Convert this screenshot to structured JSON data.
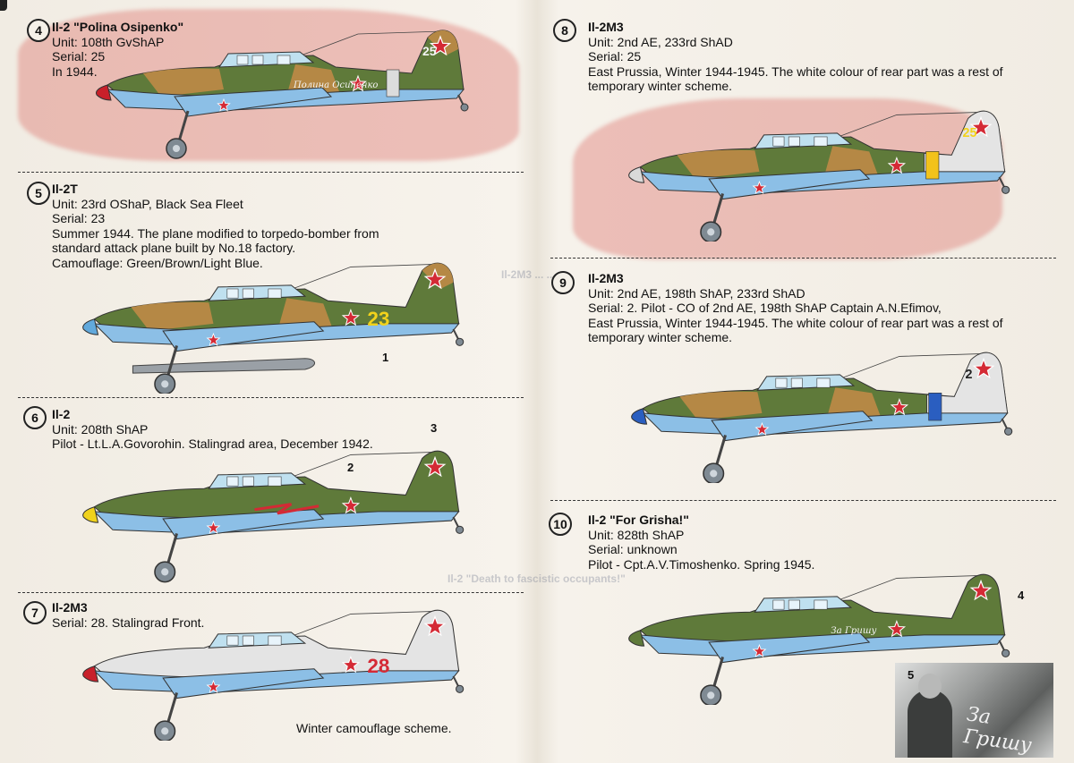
{
  "entries": [
    {
      "badge": "4",
      "title": "Il-2 \"Polina Osipenko\"",
      "lines": [
        "Unit: 108th GvShAP",
        "Serial: 25",
        "In 1944."
      ],
      "nose": "#c8202a",
      "camo": true,
      "tail_number": "25",
      "tail_number_color": "#f4f4f4",
      "fuselage_number": "",
      "script": "Полина Осипенко",
      "band_color": "#dcdcdc",
      "winter": false,
      "torpedo": false
    },
    {
      "badge": "5",
      "title": "Il-2T",
      "lines": [
        "Unit: 23rd OShaP, Black Sea Fleet",
        "Serial: 23",
        "Summer 1944. The plane modified to torpedo-bomber from",
        "standard attack plane built by No.18 factory.",
        "Camouflage: Green/Brown/Light Blue."
      ],
      "nose": "#62a9dc",
      "camo": true,
      "tail_number": "",
      "tail_number_color": "",
      "fuselage_number": "23",
      "fuselage_number_color": "#f2d21b",
      "script": "",
      "band_color": "",
      "winter": false,
      "torpedo": true
    },
    {
      "badge": "6",
      "title": "Il-2",
      "lines": [
        "Unit: 208th ShAP",
        "Pilot - Lt.L.A.Govorohin. Stalingrad area, December 1942."
      ],
      "nose": "#f0d21c",
      "camo": false,
      "tail_number": "",
      "fuselage_number": "",
      "script": "",
      "band_color": "",
      "winter": false,
      "torpedo": false,
      "lightning": true
    },
    {
      "badge": "7",
      "title": "Il-2M3",
      "lines": [
        "Serial: 28. Stalingrad Front."
      ],
      "nose": "#c8202a",
      "camo": false,
      "tail_number": "",
      "fuselage_number": "28",
      "fuselage_number_color": "#d42a35",
      "script": "",
      "band_color": "",
      "winter": true,
      "torpedo": false
    },
    {
      "badge": "8",
      "title": "Il-2M3",
      "lines": [
        "Unit: 2nd AE, 233rd ShAD",
        "Serial: 25",
        "East Prussia, Winter 1944-1945. The white colour of rear part was a rest of",
        "temporary winter scheme."
      ],
      "nose": "#d9d9d9",
      "camo": true,
      "tail_number": "25",
      "tail_number_color": "#f2d21b",
      "fuselage_number": "",
      "script": "",
      "band_color": "#f2c21b",
      "winter_tail": true,
      "torpedo": false
    },
    {
      "badge": "9",
      "title": "Il-2M3",
      "lines": [
        "Unit: 2nd AE, 198th ShAP, 233rd ShAD",
        "Serial: 2. Pilot - CO of 2nd AE, 198th ShAP Captain A.N.Efimov,",
        "East Prussia, Winter 1944-1945. The white colour of rear part was a rest of",
        "temporary winter scheme."
      ],
      "nose": "#2a5ec0",
      "camo": true,
      "tail_number": "2",
      "tail_number_color": "#222222",
      "fuselage_number": "",
      "script": "",
      "band_color": "#2a5ec0",
      "winter_tail": true,
      "torpedo": false
    },
    {
      "badge": "10",
      "title": "Il-2 \"For Grisha!\"",
      "lines": [
        "Unit: 828th ShAP",
        "Serial: unknown",
        "Pilot - Cpt.A.V.Timoshenko. Spring 1945."
      ],
      "nose": "#5f7a3a",
      "camo": false,
      "tail_number": "",
      "fuselage_number": "",
      "script": "За Гришу",
      "band_color": "",
      "winter": false,
      "torpedo": false
    }
  ],
  "callouts": {
    "c1": "1",
    "c2": "2",
    "c3": "3",
    "c4": "4",
    "c5": "5"
  },
  "caption": "Winter camouflage scheme.",
  "photo": {
    "number": "5",
    "script": "За Гришу"
  },
  "colors": {
    "green": "#5f7a3a",
    "brown": "#b58845",
    "light_blue": "#8cbfe6",
    "winter_white": "#e4e4e4",
    "star_red": "#d42a35"
  }
}
